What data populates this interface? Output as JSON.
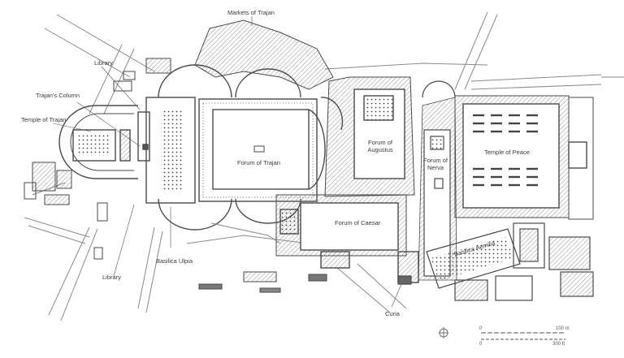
{
  "labels": {
    "markets_of_trajan": "Markets of Trajan",
    "library_top": "Library",
    "trajans_column": "Trajan's Column",
    "temple_of_trajan": "Temple of Trajan",
    "forum_of_trajan": "Forum of Trajan",
    "forum_of_augustus_1": "Forum of",
    "forum_of_augustus_2": "Augustus",
    "forum_of_nerva_1": "Forum of",
    "forum_of_nerva_2": "Nerva",
    "temple_of_peace": "Temple of Peace",
    "forum_of_caesar": "Forum of Caesar",
    "basilica_aemilia": "Basilica Aemilia",
    "basilica_ulpia": "Basilica Ulpia",
    "library_bottom": "Library",
    "curia": "Curia"
  },
  "scale": {
    "zero_m": "0",
    "max_m": "100 m",
    "zero_ft": "0",
    "max_ft": "300 ft"
  },
  "colors": {
    "ink": "#4a4a4a",
    "light_ink": "#8a8a8a",
    "label": "#3a3a3a"
  }
}
